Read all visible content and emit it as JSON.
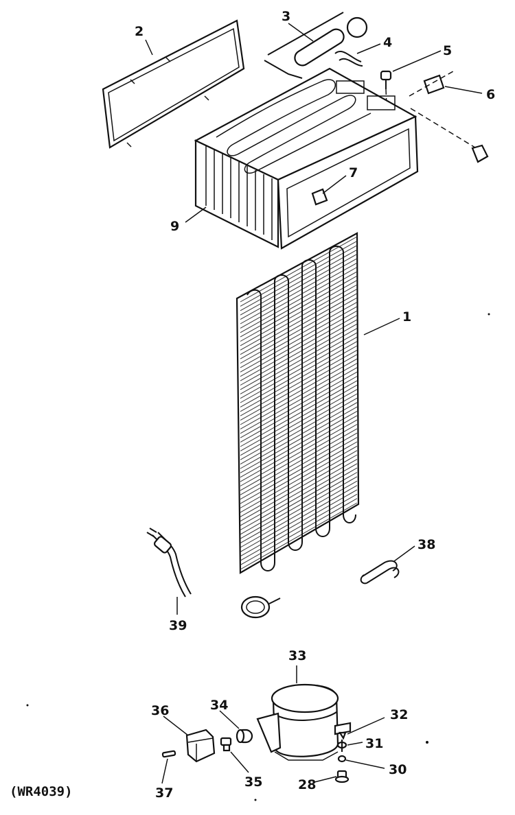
{
  "diagram": {
    "code": "(WR4039)",
    "labels": {
      "p1": "1",
      "p2": "2",
      "p3": "3",
      "p4": "4",
      "p5": "5",
      "p6": "6",
      "p7": "7",
      "p9": "9",
      "p28": "28",
      "p30": "30",
      "p31": "31",
      "p32": "32",
      "p33": "33",
      "p34": "34",
      "p35": "35",
      "p36": "36",
      "p37": "37",
      "p38": "38",
      "p39": "39"
    }
  }
}
